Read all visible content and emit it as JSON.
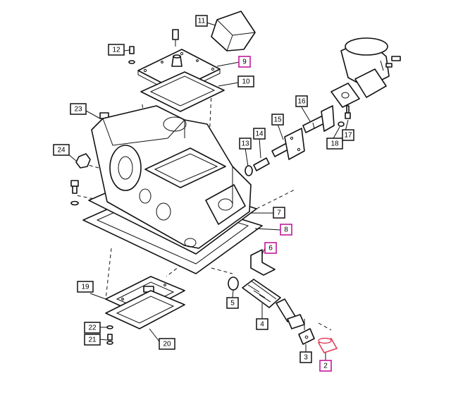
{
  "highlight_color": "#c2189a",
  "callouts": [
    {
      "id": "c11",
      "text": "11",
      "highlight": false
    },
    {
      "id": "c12",
      "text": "12",
      "highlight": false
    },
    {
      "id": "c9",
      "text": "9",
      "highlight": true
    },
    {
      "id": "c10",
      "text": "10",
      "highlight": false
    },
    {
      "id": "c23",
      "text": "23",
      "highlight": false
    },
    {
      "id": "c16",
      "text": "16",
      "highlight": false
    },
    {
      "id": "c15",
      "text": "15",
      "highlight": false
    },
    {
      "id": "c14",
      "text": "14",
      "highlight": false
    },
    {
      "id": "c13",
      "text": "13",
      "highlight": false
    },
    {
      "id": "c18",
      "text": "18",
      "highlight": false
    },
    {
      "id": "c17",
      "text": "17",
      "highlight": false
    },
    {
      "id": "c24",
      "text": "24",
      "highlight": false
    },
    {
      "id": "c7",
      "text": "7",
      "highlight": false
    },
    {
      "id": "c8",
      "text": "8",
      "highlight": true
    },
    {
      "id": "c6",
      "text": "6",
      "highlight": true
    },
    {
      "id": "c19",
      "text": "19",
      "highlight": false
    },
    {
      "id": "c5",
      "text": "5",
      "highlight": false
    },
    {
      "id": "c4",
      "text": "4",
      "highlight": false
    },
    {
      "id": "c22",
      "text": "22",
      "highlight": false
    },
    {
      "id": "c21",
      "text": "21",
      "highlight": false
    },
    {
      "id": "c20",
      "text": "20",
      "highlight": false
    },
    {
      "id": "c3",
      "text": "3",
      "highlight": false
    },
    {
      "id": "c2",
      "text": "2",
      "highlight": true
    }
  ]
}
